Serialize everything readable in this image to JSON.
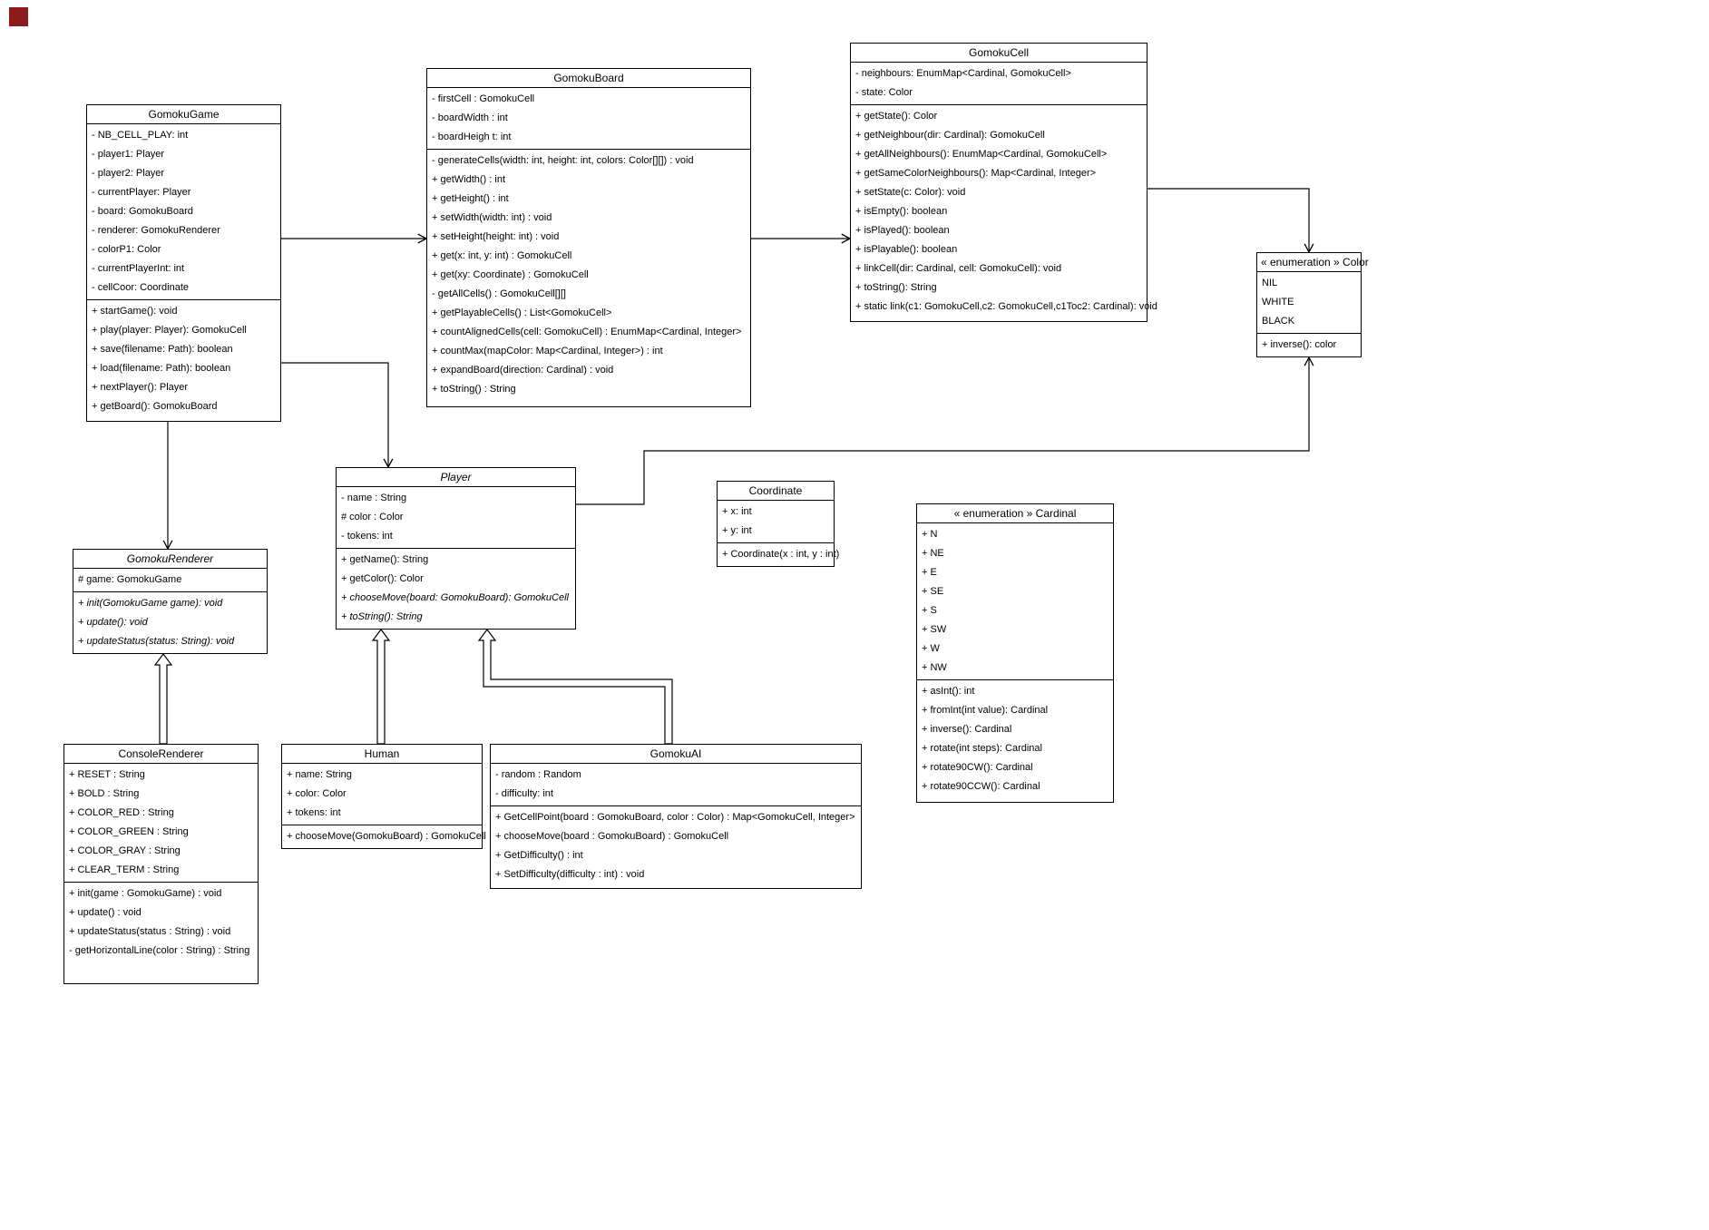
{
  "colors": {
    "line": "#000000",
    "box_background": "#ffffff",
    "box_border": "#000000",
    "corner_marker": "#8e1b1b"
  },
  "classes": {
    "gomokuGame": {
      "name": "GomokuGame",
      "sections": [
        [
          "- NB_CELL_PLAY: int",
          "- player1: Player",
          "- player2: Player",
          "- currentPlayer: Player",
          "- board: GomokuBoard",
          "- renderer: GomokuRenderer",
          "- colorP1: Color",
          "- currentPlayerInt: int",
          "- cellCoor: Coordinate"
        ],
        [
          "+ startGame(): void",
          "+ play(player: Player): GomokuCell",
          "+ save(filename: Path): boolean",
          "+ load(filename: Path): boolean",
          "+ nextPlayer(): Player",
          "+ getBoard(): GomokuBoard"
        ]
      ]
    },
    "gomokuBoard": {
      "name": "GomokuBoard",
      "sections": [
        [
          "- firstCell : GomokuCell",
          "- boardWidth : int",
          "- boardHeigh t: int"
        ],
        [
          "- generateCells(width: int, height: int, colors: Color[][]) : void",
          "+ getWidth() : int",
          "+ getHeight() : int",
          "+ setWidth(width: int) : void",
          "+ setHeight(height: int) : void",
          "+ get(x: int, y: int) : GomokuCell",
          "+ get(xy: Coordinate) : GomokuCell",
          "- getAllCells() : GomokuCell[][]",
          "+ getPlayableCells() : List<GomokuCell>",
          "+ countAlignedCells(cell: GomokuCell) : EnumMap<Cardinal, Integer>",
          "+ countMax(mapColor: Map<Cardinal, Integer>) : int",
          "+ expandBoard(direction: Cardinal) : void",
          "+ toString() : String"
        ]
      ]
    },
    "gomokuCell": {
      "name": "GomokuCell",
      "sections": [
        [
          "- neighbours: EnumMap<Cardinal, GomokuCell>",
          "- state: Color"
        ],
        [
          "+ getState(): Color",
          "+ getNeighbour(dir: Cardinal): GomokuCell",
          "+ getAllNeighbours(): EnumMap<Cardinal, GomokuCell>",
          "+ getSameColorNeighbours(): Map<Cardinal, Integer>",
          "+ setState(c: Color): void",
          "+ isEmpty(): boolean",
          "+ isPlayed(): boolean",
          "+ isPlayable(): boolean",
          "+ linkCell(dir: Cardinal, cell: GomokuCell): void",
          "+ toString(): String",
          "+ static link(c1: GomokuCell,c2: GomokuCell,c1Toc2: Cardinal): void"
        ]
      ]
    },
    "colorEnum": {
      "name": "« enumeration » Color",
      "sections": [
        [
          "NIL",
          "WHITE",
          "BLACK"
        ],
        [
          "+ inverse(): color"
        ]
      ]
    },
    "player": {
      "name": "Player",
      "italicTitle": true,
      "sections": [
        [
          "- name : String",
          "# color : Color",
          "- tokens: int"
        ],
        [
          "+ getName(): String",
          "+ getColor(): Color",
          {
            "text": "+ chooseMove(board: GomokuBoard): GomokuCell",
            "italic": true
          },
          {
            "text": "+ toString(): String",
            "italic": true
          }
        ]
      ]
    },
    "coordinate": {
      "name": "Coordinate",
      "sections": [
        [
          "+ x: int",
          "+ y: int"
        ],
        [
          "+ Coordinate(x : int, y : int)"
        ]
      ]
    },
    "cardinalEnum": {
      "name": "« enumeration » Cardinal",
      "sections": [
        [
          "+ N",
          "+ NE",
          "+ E",
          "+ SE",
          "+ S",
          "+ SW",
          "+ W",
          "+ NW"
        ],
        [
          "+ asInt(): int",
          "+ fromInt(int value): Cardinal",
          "+ inverse(): Cardinal",
          "+ rotate(int steps): Cardinal",
          "+ rotate90CW(): Cardinal",
          "+ rotate90CCW(): Cardinal"
        ]
      ]
    },
    "gomokuRenderer": {
      "name": "GomokuRenderer",
      "italicTitle": true,
      "sections": [
        [
          "# game: GomokuGame"
        ],
        [
          {
            "text": "+ init(GomokuGame game): void",
            "italic": true
          },
          {
            "text": "+ update(): void",
            "italic": true
          },
          {
            "text": "+ updateStatus(status: String): void",
            "italic": true
          }
        ]
      ]
    },
    "consoleRenderer": {
      "name": "ConsoleRenderer",
      "sections": [
        [
          "+ RESET : String",
          "+ BOLD : String",
          "+ COLOR_RED : String",
          "+ COLOR_GREEN : String",
          "+ COLOR_GRAY : String",
          "+ CLEAR_TERM : String"
        ],
        [
          "+ init(game : GomokuGame) : void",
          "+ update() : void",
          "+ updateStatus(status : String) : void",
          "- getHorizontalLine(color : String) : String"
        ]
      ]
    },
    "human": {
      "name": "Human",
      "sections": [
        [
          "+ name: String",
          "+ color: Color",
          "+ tokens: int"
        ],
        [
          "+ chooseMove(GomokuBoard) : GomokuCell"
        ]
      ]
    },
    "gomokuAI": {
      "name": "GomokuAI",
      "sections": [
        [
          "- random : Random",
          "- difficulty: int"
        ],
        [
          "+ GetCellPoint(board : GomokuBoard, color : Color) : Map<GomokuCell, Integer>",
          "+ chooseMove(board : GomokuBoard) : GomokuCell",
          "+ GetDifficulty() : int",
          "+ SetDifficulty(difficulty : int) : void"
        ]
      ]
    }
  },
  "relations": [
    {
      "from": "GomokuGame",
      "to": "GomokuBoard",
      "type": "association"
    },
    {
      "from": "GomokuBoard",
      "to": "GomokuCell",
      "type": "association"
    },
    {
      "from": "GomokuCell",
      "to": "Color",
      "type": "association"
    },
    {
      "from": "GomokuGame",
      "to": "Player",
      "type": "association"
    },
    {
      "from": "GomokuGame",
      "to": "GomokuRenderer",
      "type": "association"
    },
    {
      "from": "Player",
      "to": "Color",
      "type": "association"
    },
    {
      "from": "ConsoleRenderer",
      "to": "GomokuRenderer",
      "type": "inheritance"
    },
    {
      "from": "Human",
      "to": "Player",
      "type": "inheritance"
    },
    {
      "from": "GomokuAI",
      "to": "Player",
      "type": "inheritance"
    }
  ]
}
